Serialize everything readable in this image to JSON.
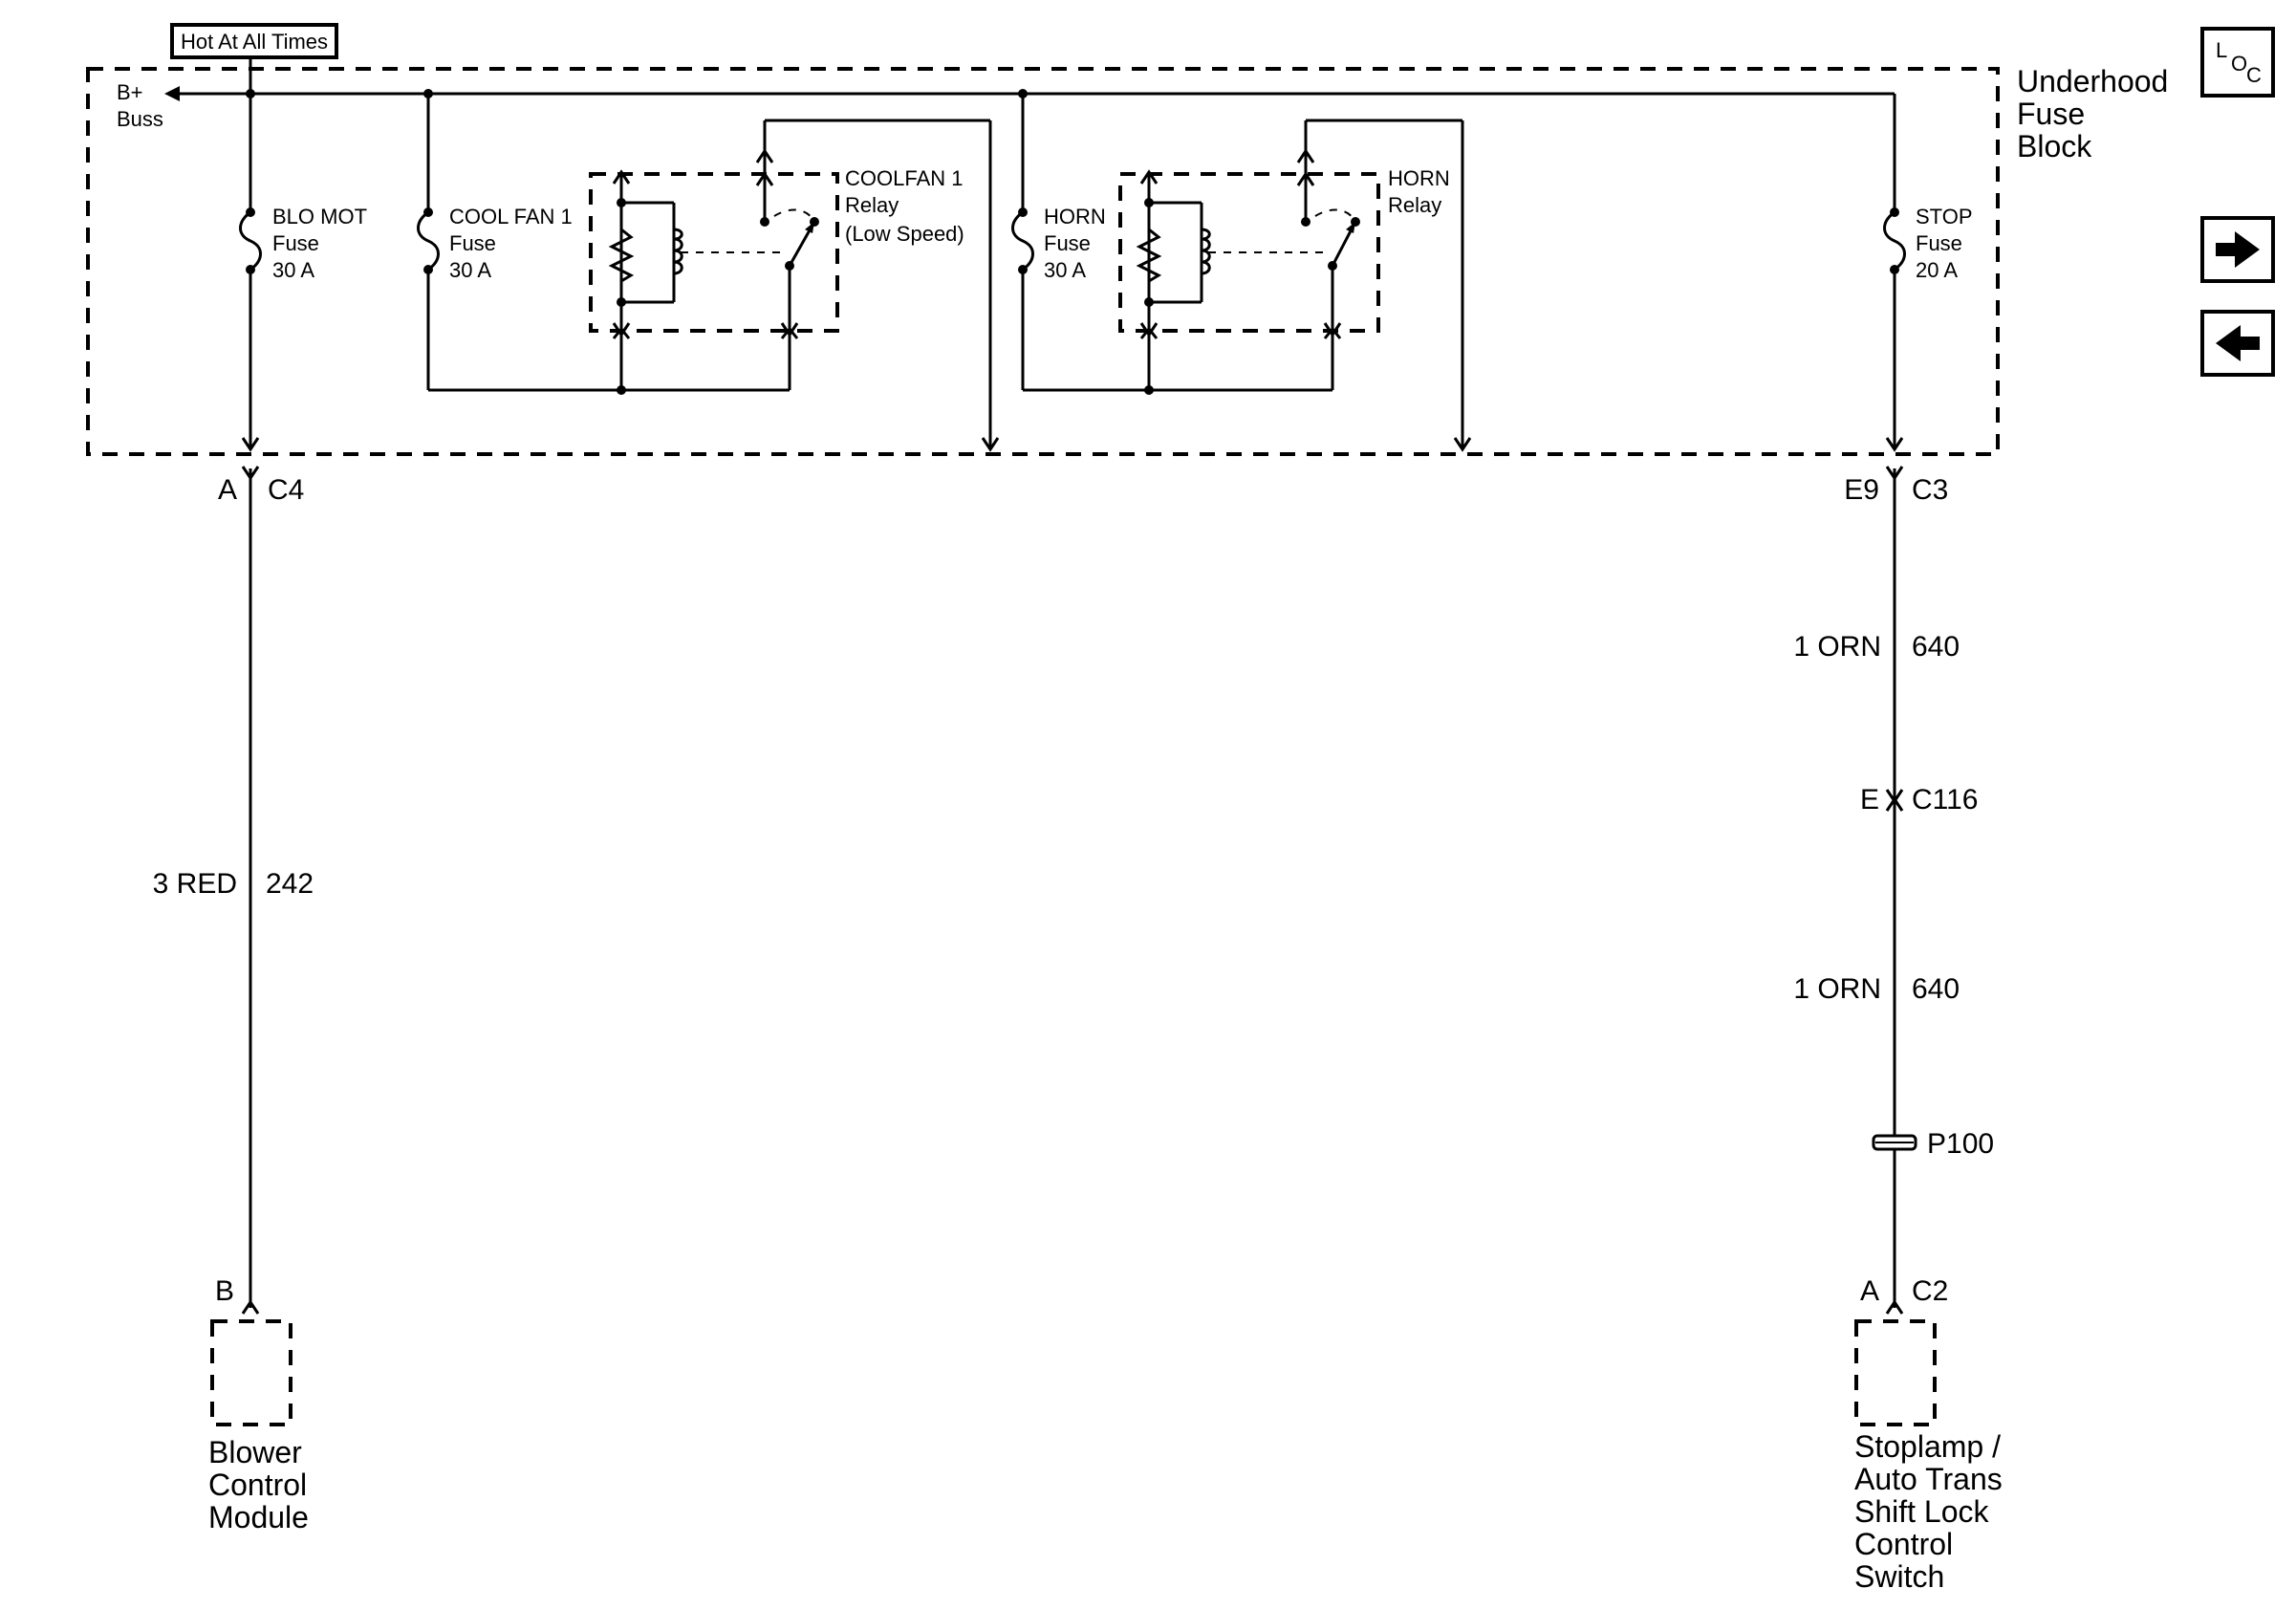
{
  "header": {
    "hot_label": "Hot At All Times",
    "fuse_block_line1": "Underhood",
    "fuse_block_line2": "Fuse",
    "fuse_block_line3": "Block",
    "buss_line1": "B+",
    "buss_line2": "Buss"
  },
  "nav": {
    "loc_l": "L",
    "loc_o": "O",
    "loc_c": "C",
    "next_icon": "arrow-right-icon",
    "prev_icon": "arrow-left-icon"
  },
  "fuses": [
    {
      "name": "BLO MOT",
      "type": "Fuse",
      "rating": "30 A"
    },
    {
      "name": "COOL FAN 1",
      "type": "Fuse",
      "rating": "30 A"
    },
    {
      "name": "HORN",
      "type": "Fuse",
      "rating": "30 A"
    },
    {
      "name": "STOP",
      "type": "Fuse",
      "rating": "20 A"
    }
  ],
  "relays": [
    {
      "line1": "COOLFAN 1",
      "line2": "Relay",
      "line3": "(Low Speed)"
    },
    {
      "line1": "HORN",
      "line2": "Relay"
    }
  ],
  "left_circuit": {
    "pin_top": "A",
    "connector_top": "C4",
    "wire_color": "3 RED",
    "circuit": "242",
    "pin_bottom": "B",
    "component_line1": "Blower",
    "component_line2": "Control",
    "component_line3": "Module"
  },
  "right_circuit": {
    "pin_top": "E9",
    "connector_top": "C3",
    "wire1_color": "1 ORN",
    "wire1_circuit": "640",
    "inline_pin": "E",
    "inline_connector": "C116",
    "wire2_color": "1 ORN",
    "wire2_circuit": "640",
    "splice": "P100",
    "pin_bottom": "A",
    "connector_bottom": "C2",
    "component_line1": "Stoplamp /",
    "component_line2": "Auto Trans",
    "component_line3": "Shift Lock",
    "component_line4": "Control",
    "component_line5": "Switch"
  }
}
